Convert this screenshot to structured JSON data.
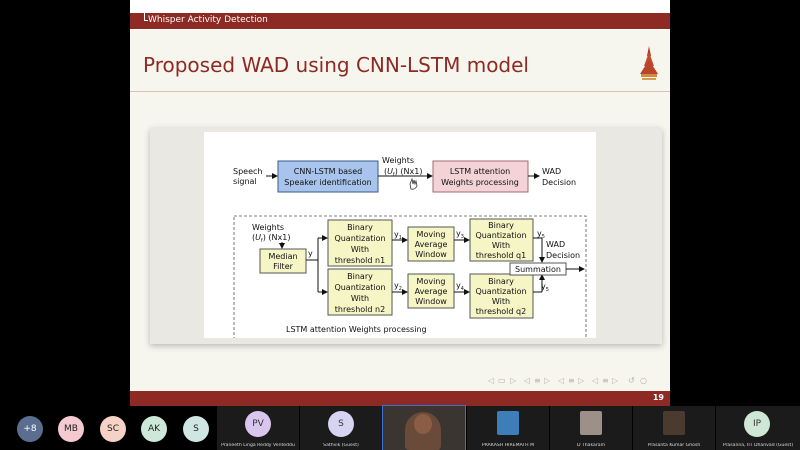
{
  "slide": {
    "section": "Whisper Activity Detection",
    "title": "Proposed WAD using CNN-LSTM model",
    "page_number": "19"
  },
  "figure": {
    "top": {
      "speech_signal_l1": "Speech",
      "speech_signal_l2": "signal",
      "cnn_l1": "CNN-LSTM based",
      "cnn_l2": "Speaker identification",
      "weights_l1": "Weights",
      "weights_l2": "(",
      "weights_sym": "U",
      "weights_sub": "f",
      "weights_l2b": ") (Nx1)",
      "lstm_l1": "LSTM attention",
      "lstm_l2": "Weights processing",
      "wad_l1": "WAD",
      "wad_l2": "Decision"
    },
    "bottom": {
      "weights_l1": "Weights",
      "weights_l2": "(",
      "weights_sym": "U",
      "weights_sub": "f",
      "weights_l2b": ") (Nx1)",
      "median_l1": "Median",
      "median_l2": "Filter",
      "y": "y",
      "bq1": [
        "Binary",
        "Quantization",
        "With",
        "threshold n1"
      ],
      "bq2": [
        "Binary",
        "Quantization",
        "With",
        "threshold n2"
      ],
      "y1": "y",
      "y1_sub": "1",
      "y2": "y",
      "y2_sub": "2",
      "maw1": [
        "Moving",
        "Average",
        "Window"
      ],
      "maw2": [
        "Moving",
        "Average",
        "Window"
      ],
      "y3": "y",
      "y3_sub": "3",
      "y4": "y",
      "y4_sub": "4",
      "bq3": [
        "Binary",
        "Quantization",
        "With",
        "threshold q1"
      ],
      "bq4": [
        "Binary",
        "Quantization",
        "With",
        "threshold q2"
      ],
      "y5a": "y",
      "y5a_sub": "5",
      "y5b": "y",
      "y5b_sub": "5",
      "summation": "Summation",
      "wad_l1": "WAD",
      "wad_l2": "Decision",
      "caption": "LSTM attention Weights processing"
    }
  },
  "participants": {
    "more_count": "+8",
    "minis": [
      {
        "initials": "MB",
        "color": "#f4c9cf"
      },
      {
        "initials": "SC",
        "color": "#f6d2c6"
      },
      {
        "initials": "AK",
        "color": "#cde8d8"
      },
      {
        "initials": "S",
        "color": "#cfe6e2"
      }
    ],
    "tiles": [
      {
        "initials": "PV",
        "name": "Praneeth Linga Reddy Venteddu",
        "color": "#d8c6ef"
      },
      {
        "initials": "S",
        "name": "Sathvik (Guest)",
        "color": "#d6d3f3"
      },
      {
        "initials": "",
        "name": "",
        "color": ""
      },
      {
        "initials": "",
        "name": "PRAKASH HIREMATH M",
        "color": ""
      },
      {
        "initials": "",
        "name": "D Thakaram",
        "color": ""
      },
      {
        "initials": "",
        "name": "Prasanta Kumar Ghosh",
        "color": ""
      },
      {
        "initials": "IP",
        "name": "Prasanna, IIT Dhanvad (Guest)",
        "color": "#cfe8d6"
      }
    ]
  },
  "colors": {
    "accent": "#8e2a24",
    "cnn_box": "#a9c4ec",
    "lstm_box": "#f3d3d6",
    "proc_box": "#f6f5c6"
  }
}
